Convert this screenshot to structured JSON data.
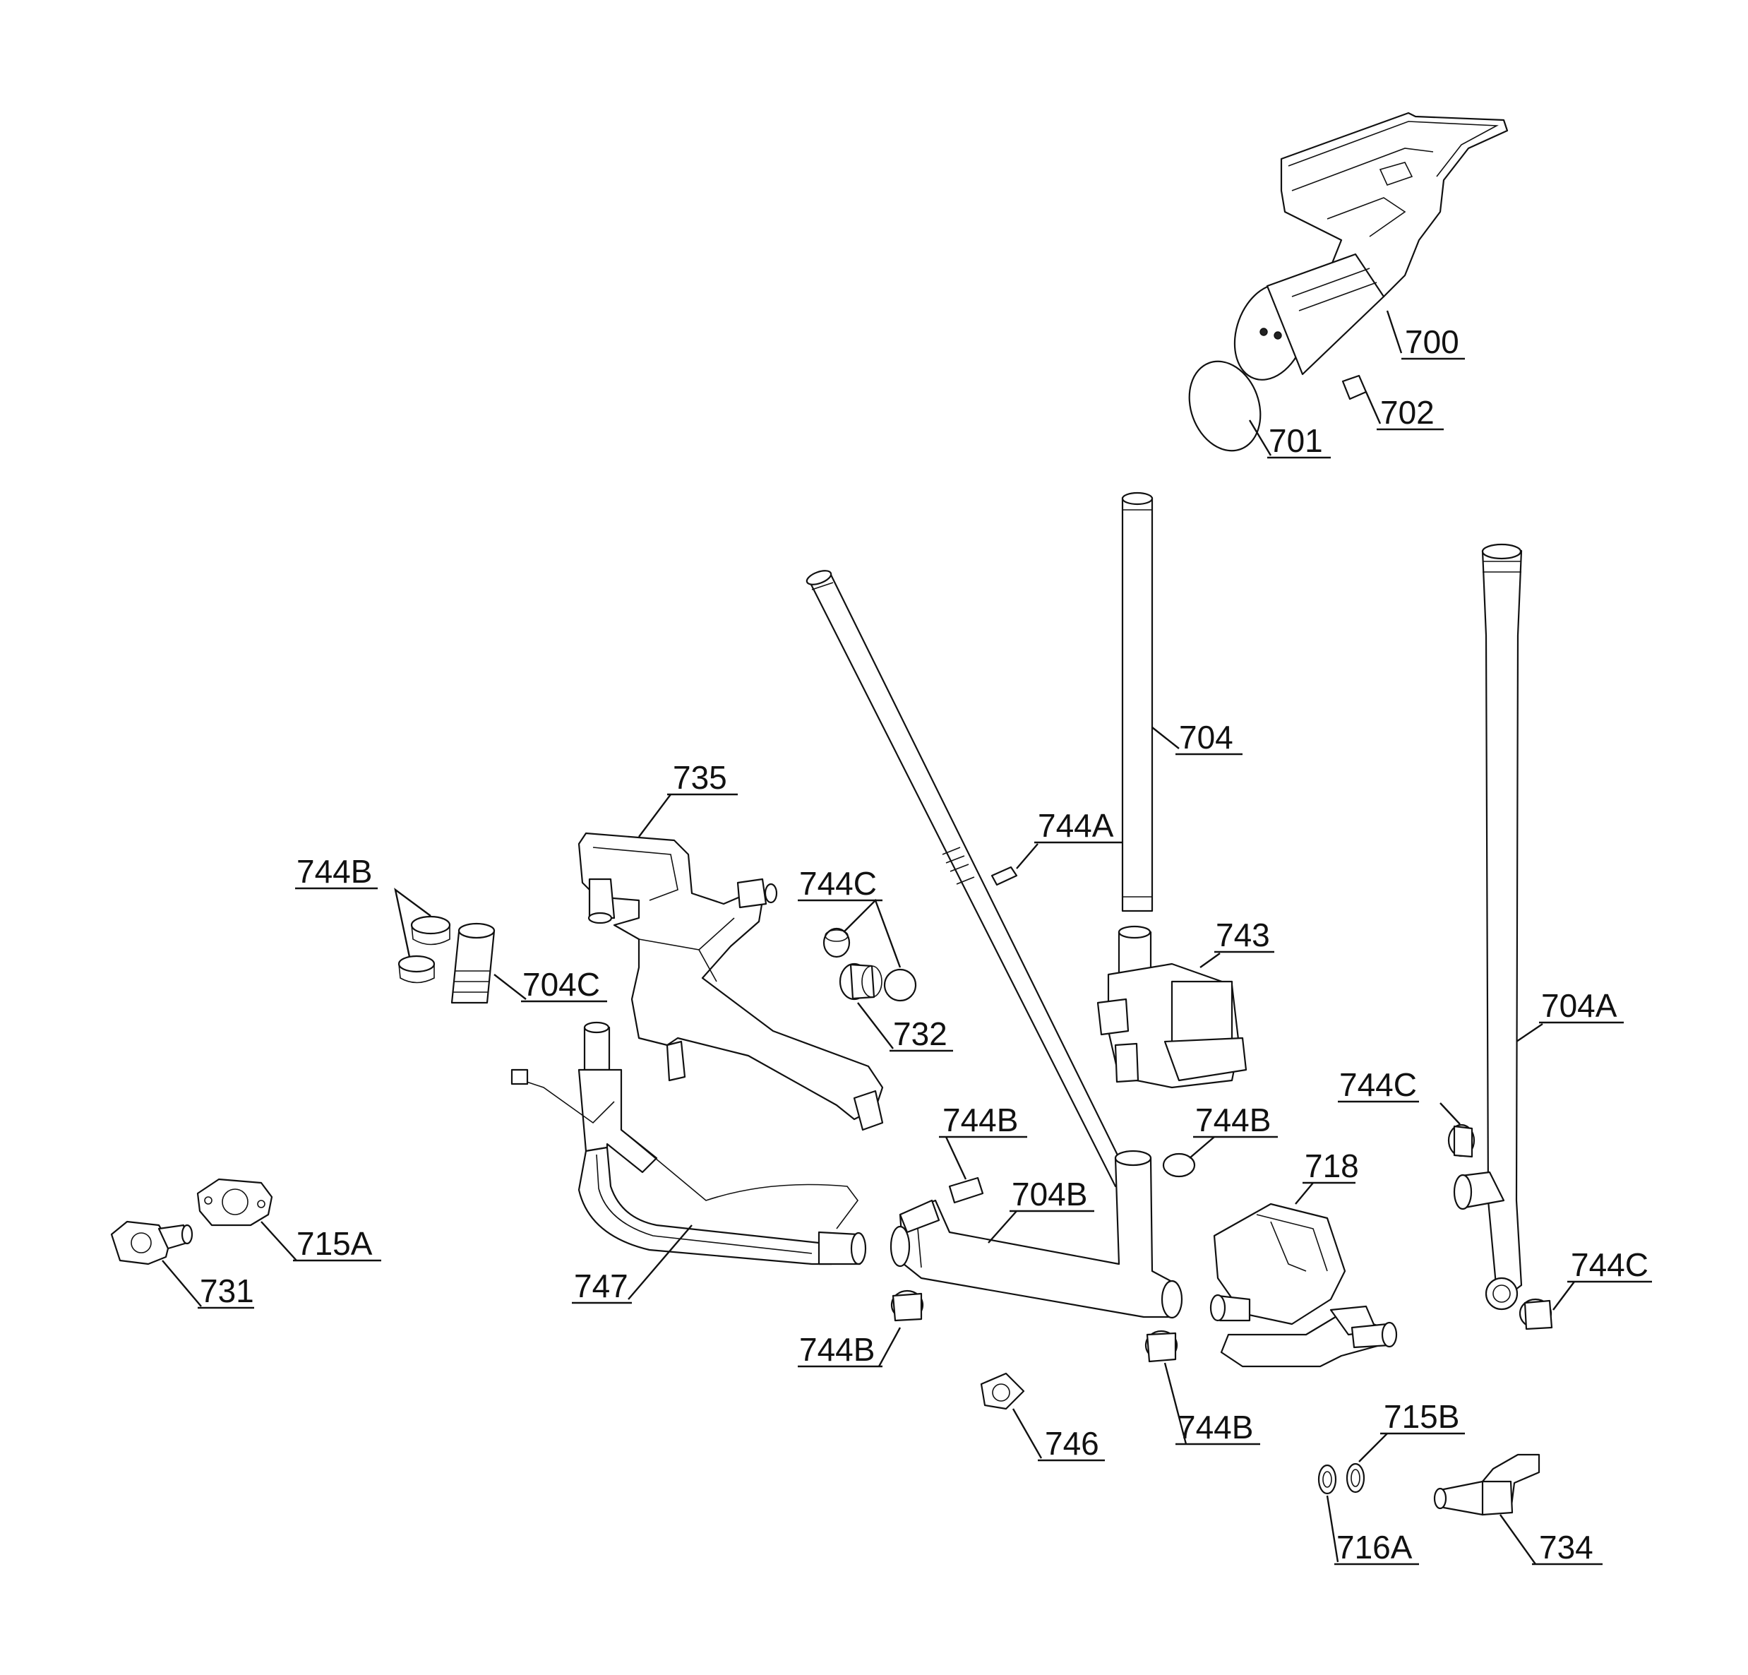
{
  "labels": {
    "p700": "700",
    "p701": "701",
    "p702": "702",
    "p704": "704",
    "p704A": "704A",
    "p704B": "704B",
    "p704C": "704C",
    "p715A": "715A",
    "p715B": "715B",
    "p716A": "716A",
    "p718": "718",
    "p731": "731",
    "p732": "732",
    "p734": "734",
    "p735": "735",
    "p743": "743",
    "p744A": "744A",
    "p744B_left": "744B",
    "p744B_mid": "744B",
    "p744B_right": "744B",
    "p744B_low_left": "744B",
    "p744B_low_right": "744B",
    "p744C_top": "744C",
    "p744C_right": "744C",
    "p744C_bottom_right": "744C",
    "p746": "746",
    "p747": "747"
  }
}
